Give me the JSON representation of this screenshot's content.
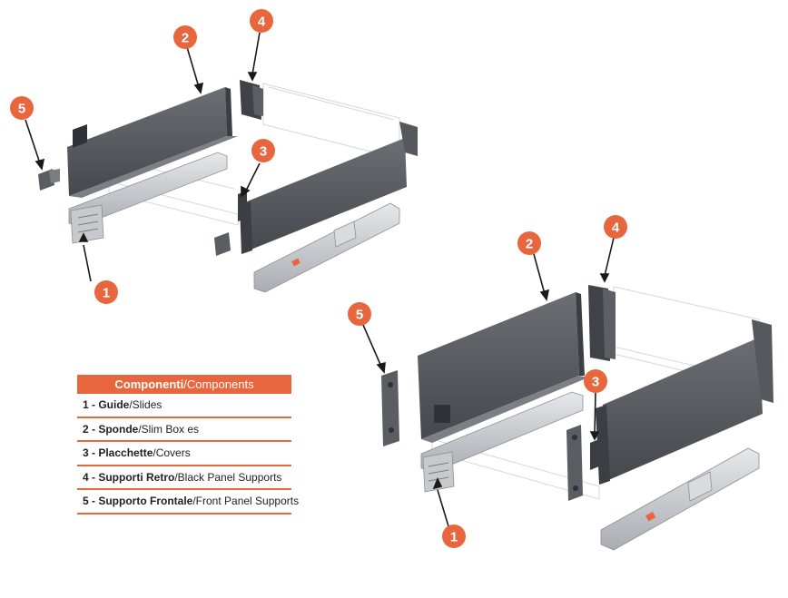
{
  "accent_color": "#e8663e",
  "panel_color": "#54575c",
  "legend": {
    "header_it": "Componenti",
    "header_sep": "/",
    "header_en": "Components",
    "rows": [
      {
        "it": "1 - Guide",
        "en": "/Slides"
      },
      {
        "it": "2 - Sponde",
        "en": "/Slim Box es"
      },
      {
        "it": "3 - Placchette",
        "en": "/Covers"
      },
      {
        "it": "4 - Supporti Retro",
        "en": "/Black Panel Supports"
      },
      {
        "it": "5 - Supporto Frontale",
        "en": "/Front Panel Supports"
      }
    ]
  },
  "callouts": {
    "top": [
      "1",
      "2",
      "3",
      "4",
      "5"
    ],
    "bottom": [
      "1",
      "2",
      "3",
      "4",
      "5"
    ]
  }
}
